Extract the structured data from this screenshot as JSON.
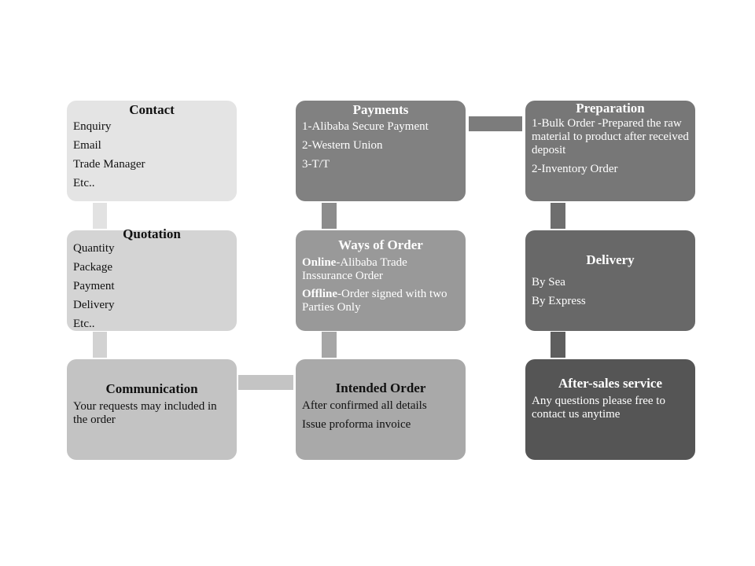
{
  "boxes": {
    "contact": {
      "title": "Contact",
      "lines": [
        "Enquiry",
        "Email",
        "Trade Manager",
        "Etc.."
      ],
      "color": "#e4e4e4"
    },
    "quotation": {
      "title": "Quotation",
      "lines": [
        "Quantity",
        "Package",
        "Payment",
        "Delivery",
        "Etc.."
      ],
      "color": "#d4d4d4"
    },
    "communication": {
      "title": "Communication",
      "lines": [
        "Your requests may included in the order"
      ],
      "color": "#c3c3c3"
    },
    "intended_order": {
      "title": "Intended Order",
      "lines": [
        "After confirmed all details",
        "Issue proforma invoice"
      ],
      "color": "#a9a9a9"
    },
    "ways_of_order": {
      "title": "Ways of Order",
      "online_label": "Online",
      "online_text": "-Alibaba Trade Inssurance Order",
      "offline_label": "Offline",
      "offline_text": "-Order signed with two Parties Only",
      "color": "#999999"
    },
    "payments": {
      "title": "Payments",
      "lines": [
        "1-Alibaba  Secure Payment",
        "2-Western Union",
        "3-T/T"
      ],
      "color": "#818181"
    },
    "preparation": {
      "title": "Preparation",
      "lines": [
        "1-Bulk Order -Prepared the raw material to product after received deposit",
        "2-Inventory Order"
      ],
      "color": "#777777"
    },
    "delivery": {
      "title": "Delivery",
      "lines": [
        "By Sea",
        "By  Express"
      ],
      "color": "#686868"
    },
    "after_sales": {
      "title": "After-sales service",
      "lines": [
        "Any questions please free to contact us anytime"
      ],
      "color": "#555555"
    }
  }
}
